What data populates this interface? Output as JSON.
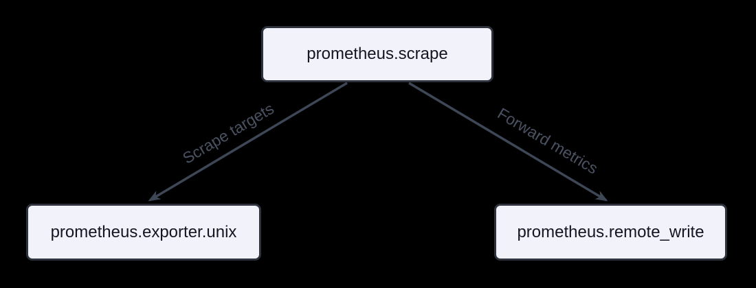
{
  "diagram": {
    "type": "flowchart",
    "background_color": "#000000",
    "nodes": [
      {
        "id": "scrape",
        "label": "prometheus.scrape"
      },
      {
        "id": "exporter",
        "label": "prometheus.exporter.unix"
      },
      {
        "id": "remote_write",
        "label": "prometheus.remote_write"
      }
    ],
    "edges": [
      {
        "from": "scrape",
        "to": "exporter",
        "label": "Scrape targets"
      },
      {
        "from": "scrape",
        "to": "remote_write",
        "label": "Forward metrics"
      }
    ],
    "colors": {
      "node_fill": "#f2f2fa",
      "node_border": "#2d323d",
      "node_text": "#14161f",
      "edge_stroke": "#3e4755",
      "edge_label_text": "#4a5262"
    }
  }
}
